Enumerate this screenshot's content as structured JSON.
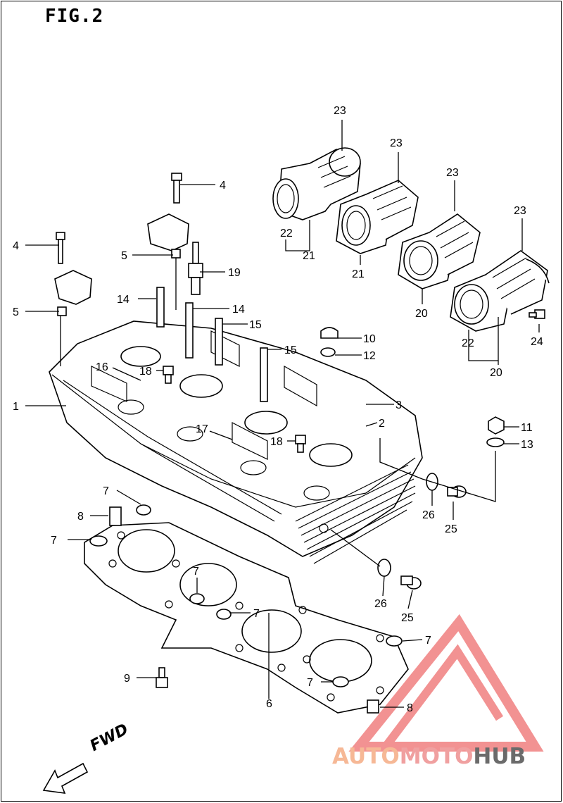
{
  "figure": {
    "title": "FIG.2",
    "direction_label": "FWD"
  },
  "watermark": {
    "part1": "AUTO",
    "part2": "MOTO",
    "part3": "HUB",
    "color_auto": "#f6b896",
    "color_moto": "#f0a0a0",
    "color_hub": "#6b6b6b",
    "triangle_color": "#f08080"
  },
  "callouts": {
    "c1": "1",
    "c2": "2",
    "c3": "3",
    "c4a": "4",
    "c4b": "4",
    "c5a": "5",
    "c5b": "5",
    "c6": "6",
    "c7a": "7",
    "c7b": "7",
    "c7c": "7",
    "c7d": "7",
    "c7e": "7",
    "c7f": "7",
    "c8a": "8",
    "c8b": "8",
    "c9": "9",
    "c10": "10",
    "c11": "11",
    "c12": "12",
    "c13": "13",
    "c14a": "14",
    "c14b": "14",
    "c15a": "15",
    "c15b": "15",
    "c16": "16",
    "c17": "17",
    "c18a": "18",
    "c18b": "18",
    "c19": "19",
    "c20a": "20",
    "c20b": "20",
    "c21a": "21",
    "c21b": "21",
    "c22a": "22",
    "c22b": "22",
    "c23a": "23",
    "c23b": "23",
    "c23c": "23",
    "c23d": "23",
    "c24": "24",
    "c25a": "25",
    "c25b": "25",
    "c26a": "26",
    "c26b": "26"
  }
}
